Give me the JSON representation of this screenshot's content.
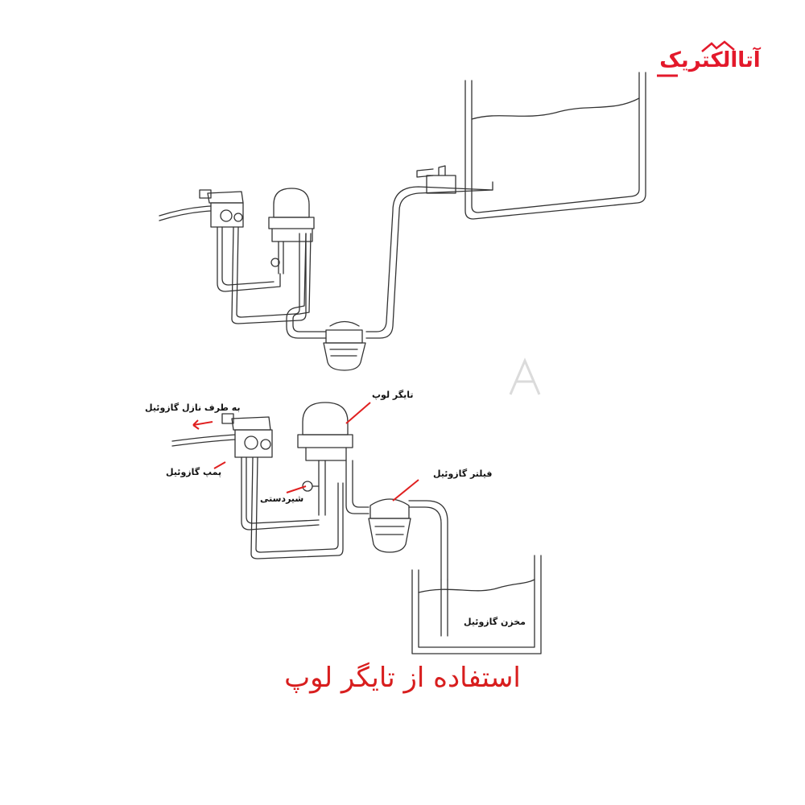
{
  "logo": {
    "text": "آتاالکتریک"
  },
  "labels": {
    "nozzle": "به طرف نازل گازوئیل",
    "tiger_loop": "تایگر لوپ",
    "pump": "پمپ گازوئیل",
    "hand_valve": "شیردستی",
    "filter": "فیلتر گازوئیل",
    "tank": "مخزن گازوئیل"
  },
  "caption": "استفاده از تایگر لوپ",
  "colors": {
    "accent": "#e3192b",
    "caption": "#d81e1e",
    "line": "#333333",
    "leader": "#e02020"
  }
}
